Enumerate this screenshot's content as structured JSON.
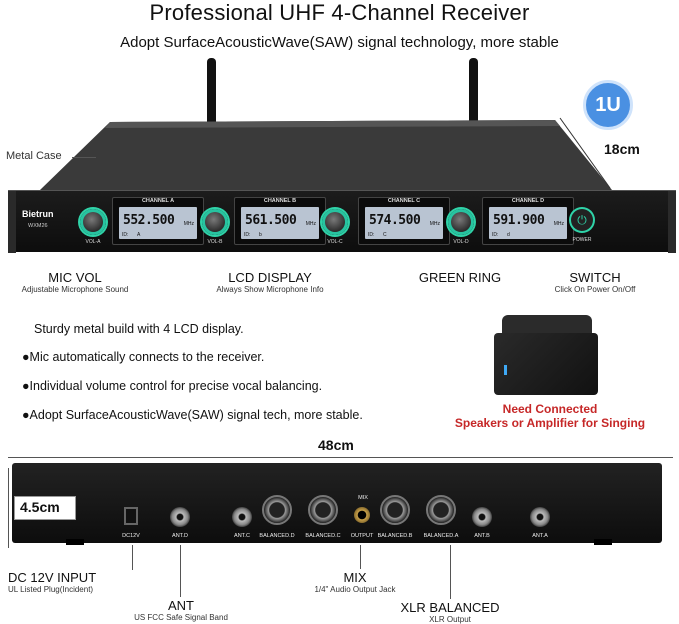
{
  "header": {
    "title": "Professional UHF 4-Channel Receiver",
    "subtitle": "Adopt SurfaceAcousticWave(SAW) signal technology, more stable"
  },
  "badge": "1U",
  "front": {
    "brand": "Bietrun",
    "model": "WXM26",
    "metal_case_label": "Metal Case",
    "depth_label": "18cm",
    "channels": [
      {
        "name": "CHANNEL A",
        "freq": "552.500",
        "id": "A",
        "vol_label": "VOL-A"
      },
      {
        "name": "CHANNEL B",
        "freq": "561.500",
        "id": "b",
        "vol_label": "VOL-B"
      },
      {
        "name": "CHANNEL C",
        "freq": "574.500",
        "id": "C",
        "vol_label": "VOL-C"
      },
      {
        "name": "CHANNEL D",
        "freq": "591.900",
        "id": "d",
        "vol_label": "VOL-D"
      }
    ],
    "mhz": "MHz",
    "id_prefix": "ID:",
    "power_label": "POWER"
  },
  "features": [
    {
      "title": "MIC VOL",
      "sub": "Adjustable Microphone Sound"
    },
    {
      "title": "LCD DISPLAY",
      "sub": "Always Show Microphone Info"
    },
    {
      "title": "GREEN RING",
      "sub": ""
    },
    {
      "title": "SWITCH",
      "sub": "Click On Power On/Off"
    }
  ],
  "bullets": {
    "intro": "Sturdy metal build with 4 LCD display.",
    "items": [
      "●Mic automatically connects to the receiver.",
      "●Individual volume control for precise vocal balancing.",
      "●Adopt SurfaceAcousticWave(SAW) signal tech, more stable."
    ]
  },
  "speaker_note": {
    "line1": "Need Connected",
    "line2": "Speakers or Amplifier for Singing"
  },
  "rear": {
    "width_label": "48cm",
    "height_label": "4.5cm",
    "mix_label": "MIX",
    "ports": {
      "dc": "DC12V",
      "ant_d": "ANT.D",
      "ant_c": "ANT.C",
      "bal_d": "BALANCED.D",
      "bal_c": "BALANCED.C",
      "output": "OUTPUT",
      "bal_b": "BALANCED.B",
      "bal_a": "BALANCED.A",
      "ant_b": "ANT.B",
      "ant_a": "ANT.A"
    }
  },
  "rear_callouts": [
    {
      "title": "DC 12V INPUT",
      "sub": "UL Listed Plug(Incident)"
    },
    {
      "title": "ANT",
      "sub": "US FCC Safe Signal Band"
    },
    {
      "title": "MIX",
      "sub": "1/4\" Audio Output Jack"
    },
    {
      "title": "XLR BALANCED",
      "sub": "XLR Output"
    }
  ],
  "colors": {
    "accent_ring": "#2fd3a8",
    "badge": "#4a90e2",
    "note_red": "#c62828"
  }
}
